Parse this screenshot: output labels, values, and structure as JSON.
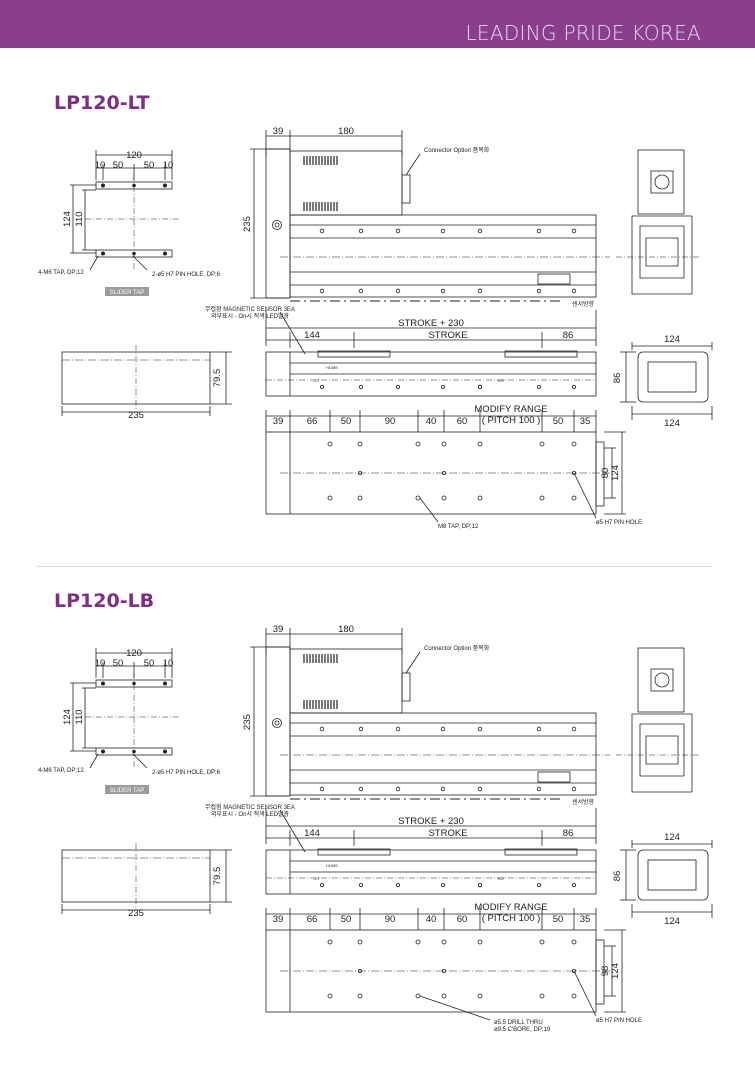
{
  "header": {
    "brand_text": "LEADING PRIDE KOREA",
    "bg_color": "#8a3f8e"
  },
  "title_color": "#7e2f83",
  "sections": [
    {
      "title": "LP120-LT",
      "slider": {
        "width": "120",
        "d1": "10",
        "d2": "50",
        "d3": "50",
        "d4": "10",
        "h_outer": "124",
        "h_inner": "110",
        "tap_note": "4-M6 TAP, DP;12",
        "pin_note": "2-ø5 H7 PIN HOLE, DP;6",
        "badge": "SLIDER TAP"
      },
      "top": {
        "d39": "39",
        "d180": "180",
        "height": "235",
        "connector_note": "Connector Option 품목화",
        "sensor_dir": "센서방향"
      },
      "sensor": {
        "note1": "무접점 MAGNETIC SENSOR 3EA",
        "note2": "외부표시 - On시 적색 LED발광"
      },
      "front": {
        "stroke_total": "STROKE + 230",
        "stroke": "STROKE",
        "d144": "144",
        "d86": "86",
        "height": "79.5",
        "width": "235",
        "home": "HOME",
        "minus_ot": "-OT",
        "plus_ot": "+OT"
      },
      "end": {
        "top_width": "124",
        "height": "86",
        "bottom_width": "124"
      },
      "bottom": {
        "labels": [
          "39",
          "66",
          "50",
          "90",
          "40",
          "60",
          "50",
          "35"
        ],
        "modify": "MODIFY RANGE",
        "pitch": "( PITCH 100 )",
        "h_inner": "80",
        "h_outer": "124",
        "hole_note": "M8 TAP, DP;12",
        "hole_note2": "",
        "pin_note": "ø5 H7 PIN HOLE"
      }
    },
    {
      "title": "LP120-LB",
      "slider": {
        "width": "120",
        "d1": "10",
        "d2": "50",
        "d3": "50",
        "d4": "10",
        "h_outer": "124",
        "h_inner": "110",
        "tap_note": "4-M6 TAP, DP;12",
        "pin_note": "2-ø5 H7 PIN HOLE, DP;6",
        "badge": "SLIDER TAP"
      },
      "top": {
        "d39": "39",
        "d180": "180",
        "height": "235",
        "connector_note": "Connector Option 품목화",
        "sensor_dir": "센서방향"
      },
      "sensor": {
        "note1": "무접점 MAGNETIC SENSOR 3EA",
        "note2": "외부표시 - On시 적색 LED발광"
      },
      "front": {
        "stroke_total": "STROKE + 230",
        "stroke": "STROKE",
        "d144": "144",
        "d86": "86",
        "height": "79.5",
        "width": "235",
        "home": "HOME",
        "minus_ot": "-OT",
        "plus_ot": "+OT"
      },
      "end": {
        "top_width": "124",
        "height": "86",
        "bottom_width": "124"
      },
      "bottom": {
        "labels": [
          "39",
          "66",
          "50",
          "90",
          "40",
          "60",
          "50",
          "35"
        ],
        "modify": "MODIFY RANGE",
        "pitch": "( PITCH 100 )",
        "h_inner": "98",
        "h_outer": "124",
        "hole_note": "ø5.5 DRILL THRU",
        "hole_note2": "ø9.5 C'BORE, DP;19",
        "pin_note": "ø5 H7 PIN HOLE"
      }
    }
  ]
}
